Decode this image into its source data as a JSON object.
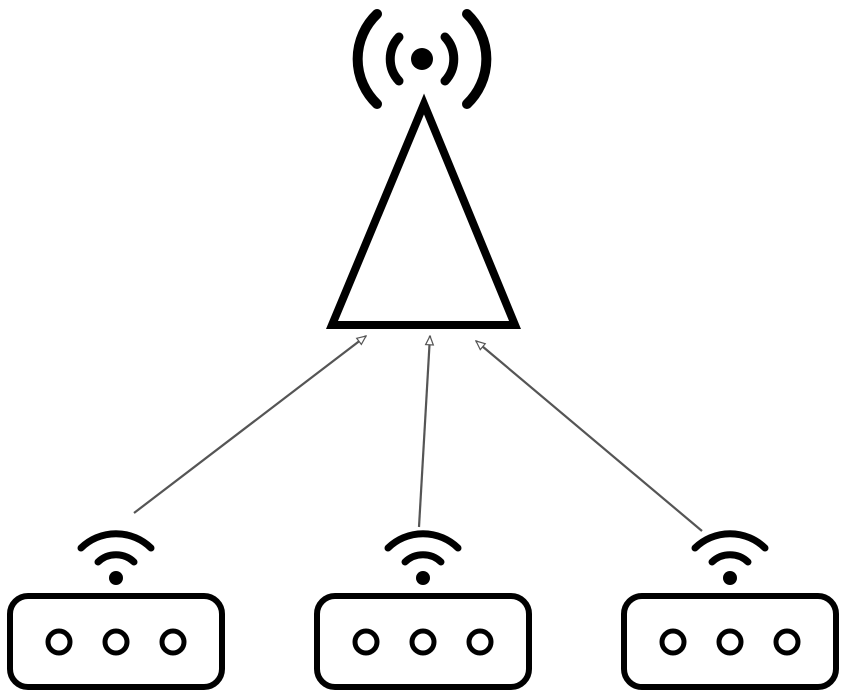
{
  "diagram": {
    "tower": {
      "icon": "cell-tower-icon",
      "signal_icon": "broadcast-signal-icon"
    },
    "devices": [
      {
        "id": "device-1",
        "icon": "wifi-router-icon",
        "signal_icon": "wifi-signal-icon",
        "port_count": 3
      },
      {
        "id": "device-2",
        "icon": "wifi-router-icon",
        "signal_icon": "wifi-signal-icon",
        "port_count": 3
      },
      {
        "id": "device-3",
        "icon": "wifi-router-icon",
        "signal_icon": "wifi-signal-icon",
        "port_count": 3
      }
    ],
    "links": [
      {
        "from": "device-1",
        "to": "tower",
        "arrow": "open-triangle"
      },
      {
        "from": "device-2",
        "to": "tower",
        "arrow": "open-triangle"
      },
      {
        "from": "device-3",
        "to": "tower",
        "arrow": "open-triangle"
      }
    ],
    "colors": {
      "icon": "#000000",
      "link": "#555555",
      "background": "#ffffff"
    }
  }
}
